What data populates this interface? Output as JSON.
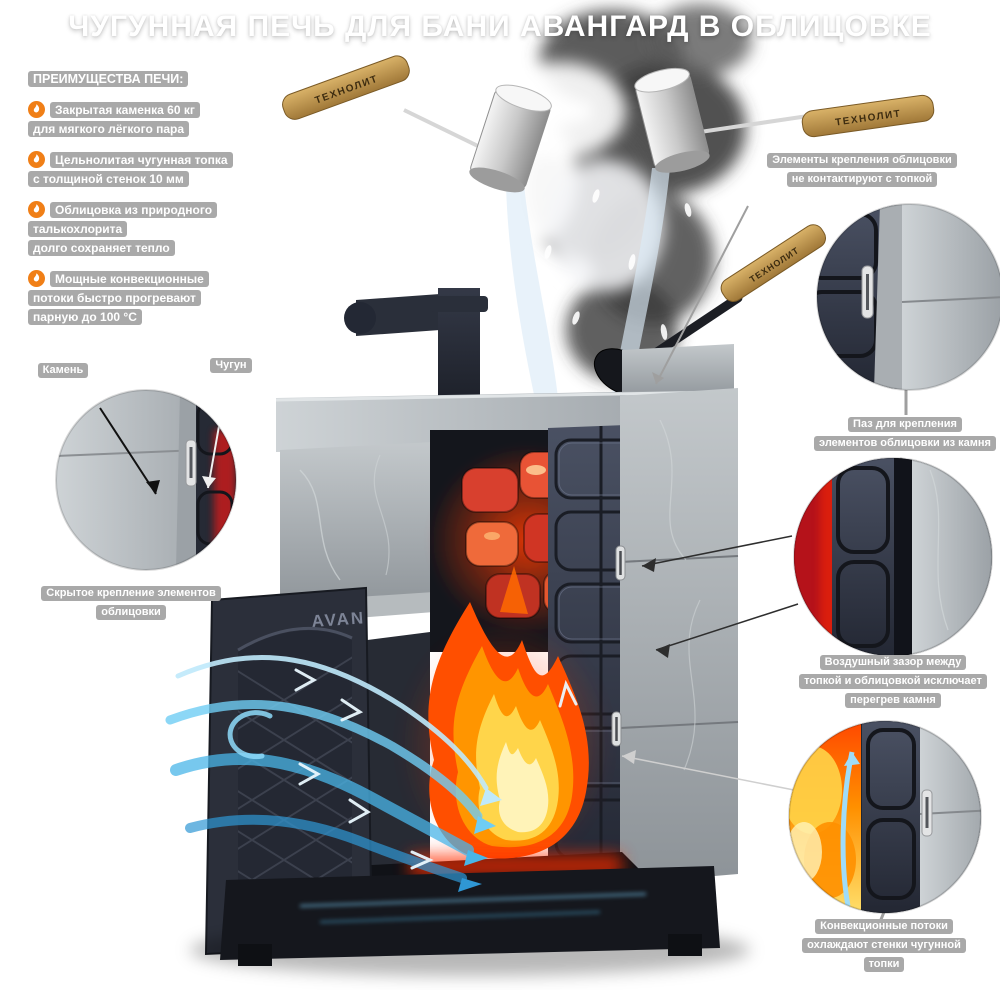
{
  "title": "ЧУГУННАЯ ПЕЧЬ ДЛЯ БАНИ АВАНГАРД В ОБЛИЦОВКЕ",
  "brand": "ТЕХНОЛИТ",
  "door_text": "AVAN",
  "features": {
    "heading": "ПРЕИМУЩЕСТВА ПЕЧИ:",
    "items": [
      {
        "lines": [
          "Закрытая каменка 60 кг",
          "для мягкого лёгкого пара"
        ]
      },
      {
        "lines": [
          "Цельнолитая чугунная топка",
          "с толщиной стенок 10 мм"
        ]
      },
      {
        "lines": [
          "Облицовка из природного",
          "талькохлорита",
          "долго сохраняет тепло"
        ]
      },
      {
        "lines": [
          "Мощные конвекционные",
          "потоки быстро прогревают",
          "парную до 100 °C"
        ]
      }
    ]
  },
  "left_callout": {
    "pill_left": "Камень",
    "pill_right": "Чугун",
    "caption_lines": [
      "Скрытое крепление элементов",
      "облицовки"
    ]
  },
  "right_callouts": {
    "top_label_lines": [
      "Элементы крепления облицовки",
      "не контактируют с топкой"
    ],
    "c1_caption_lines": [
      "Паз для крепления",
      "элементов облицовки из камня"
    ],
    "c2_caption_lines": [
      "Воздушный зазор между",
      "топкой и облицовкой исключает",
      "перегрев камня"
    ],
    "c3_caption_lines": [
      "Конвекционные потоки",
      "охлаждают стенки чугунной",
      "топки"
    ]
  },
  "icons": {
    "bullet_icon": "flame-icon",
    "callout_shapes": [
      "stone-mount-detail",
      "hidden-groove-detail",
      "air-gap-detail",
      "heated-jacket-detail"
    ]
  },
  "colors": {
    "accent_orange": "#F07F17",
    "label_gray": "#A9A9A9",
    "stone_gray": "#A6ACB0",
    "cast_iron_blue": "#3A4050",
    "flame_orange": "#FF8A00",
    "hot_red": "#E3372B",
    "convection_blue": "#57C7F2"
  }
}
